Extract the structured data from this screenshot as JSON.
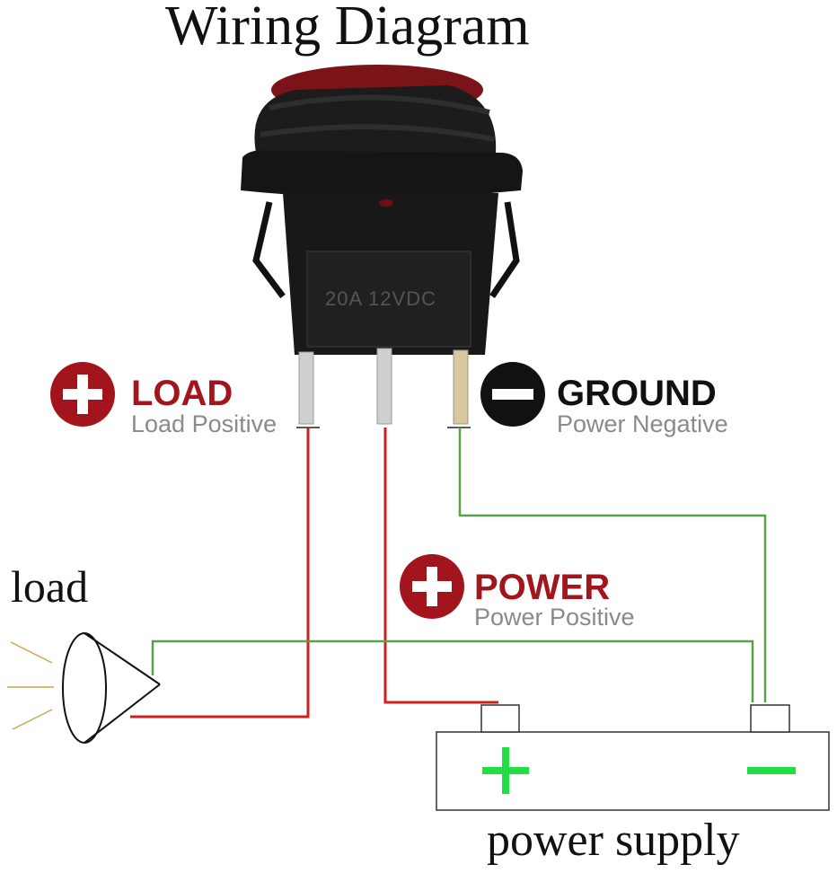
{
  "title": "Wiring Diagram",
  "switch": {
    "rating": "20A  12VDC"
  },
  "terminals": {
    "load": {
      "heading": "LOAD",
      "sub": "Load Positive",
      "symbol": "plus",
      "color": "#a3151c"
    },
    "power": {
      "heading": "POWER",
      "sub": "Power Positive",
      "symbol": "plus",
      "color": "#a3151c"
    },
    "ground": {
      "heading": "GROUND",
      "sub": "Power Negative",
      "symbol": "minus",
      "color": "#111111"
    }
  },
  "load_device": {
    "label": "load"
  },
  "power_supply": {
    "label": "power supply",
    "plus_symbol": "+",
    "minus_symbol": "−",
    "symbol_color": "#22dd44"
  },
  "wires": {
    "positive_color": "#cc1f1f",
    "ground_color": "#5aa04a"
  }
}
